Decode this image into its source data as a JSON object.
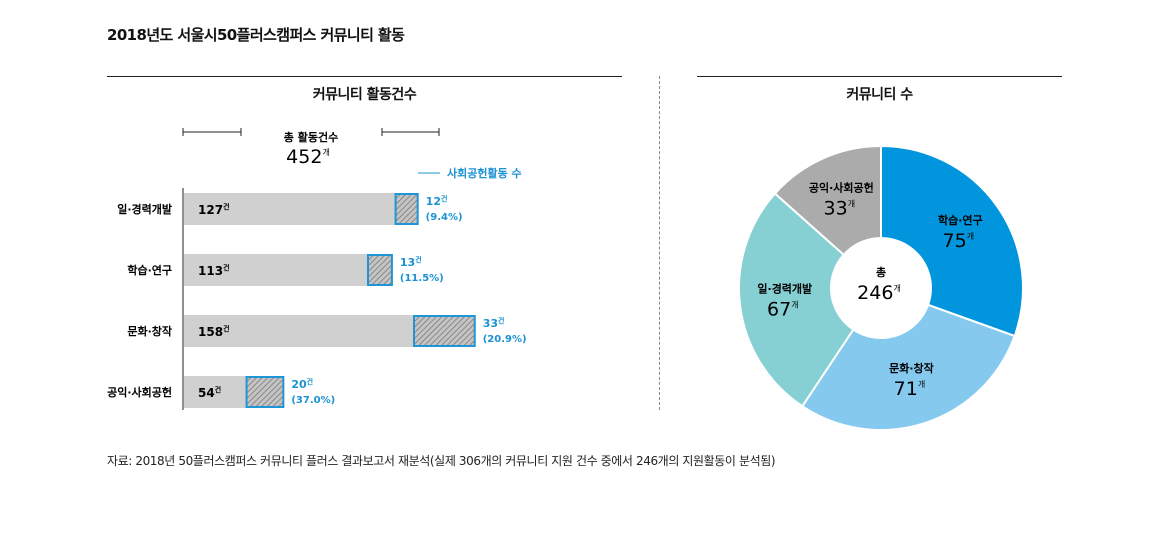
{
  "title": "2018년도 서울시50플러스캠퍼스 커뮤니티 활동",
  "source": "자료: 2018년 50플러스캠퍼스 커뮤니티 플러스 결과보고서 재분석(실제 306개의 커뮤니티 지원 건수 중에서 246개의 지원활동이 분석됨)",
  "colors": {
    "gray_bar": "#d0d0d0",
    "blue": "#1f95d6",
    "blue_text": "#1b92d4",
    "pie_1": "#0095dc",
    "pie_2": "#85c9ef",
    "pie_3": "#86cfd3",
    "pie_4": "#ababab"
  },
  "chart_data": [
    {
      "type": "bar",
      "title": "커뮤니티 활동건수",
      "total_label": "총 활동건수",
      "total_value": "452",
      "total_unit": "개",
      "legend": "사회공헌활동 수",
      "unit": "건",
      "categories": [
        "일·경력개발",
        "학습·연구",
        "문화·창작",
        "공익·사회공헌"
      ],
      "series": [
        {
          "values": [
            127,
            113,
            158,
            54
          ]
        },
        {
          "name": "사회공헌활동 수",
          "values": [
            12,
            13,
            33,
            20
          ],
          "percent_labels": [
            "(9.4%)",
            "(11.5%)",
            "(20.9%)",
            "(37.0%)"
          ]
        }
      ]
    },
    {
      "type": "pie",
      "title": "커뮤니티 수",
      "center_label": "총",
      "center_value": "246",
      "unit": "개",
      "labels": [
        "학습·연구",
        "문화·창작",
        "일·경력개발",
        "공익·사회공헌"
      ],
      "values": [
        75,
        71,
        67,
        33
      ]
    }
  ]
}
